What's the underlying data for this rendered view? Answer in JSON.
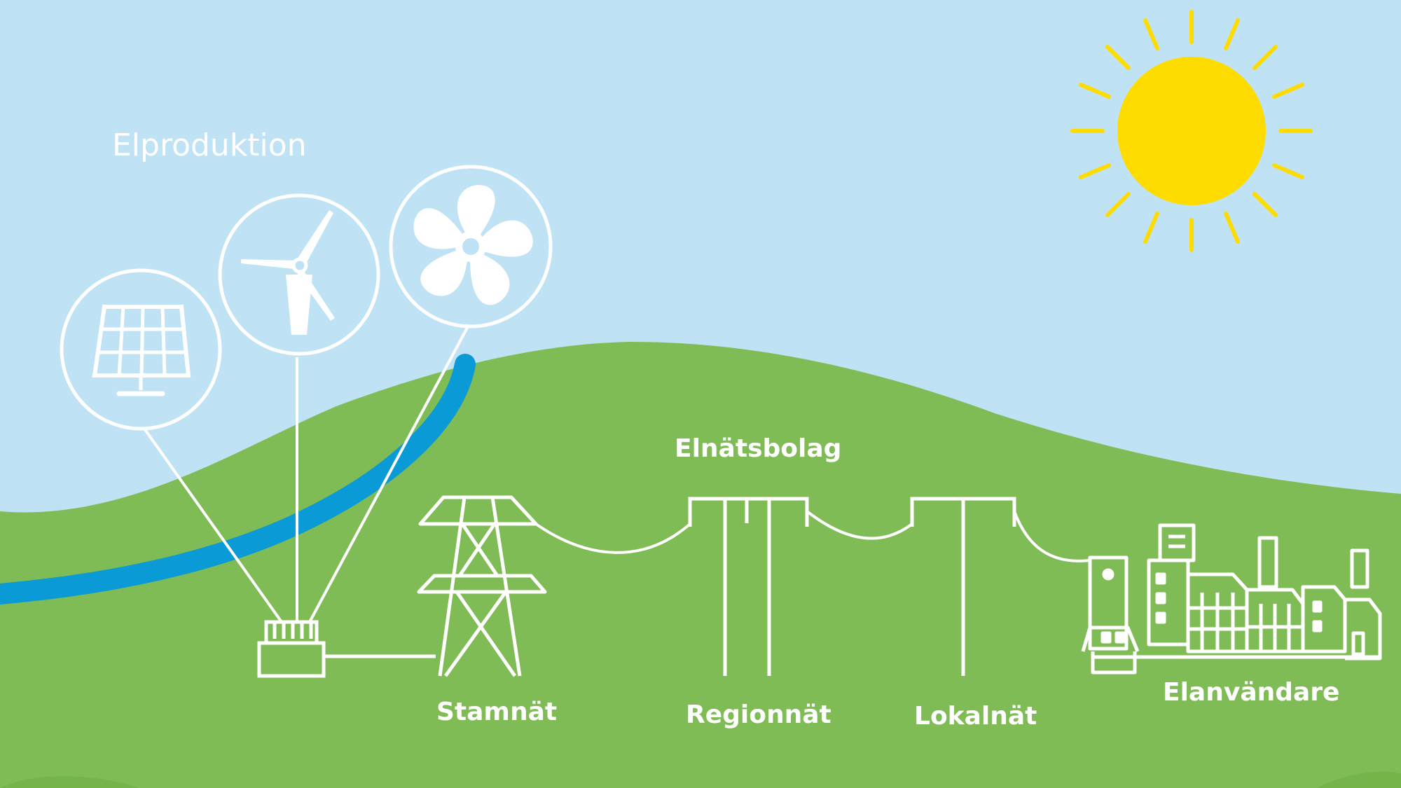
{
  "labels": {
    "production": "Elproduktion",
    "grid_company": "Elnätsbolag",
    "transmission": "Stamnät",
    "regional": "Regionnät",
    "local": "Lokalnät",
    "consumers": "Elanvändare"
  },
  "icons": [
    "solar-panel-icon",
    "wind-turbine-icon",
    "hydro-turbine-icon",
    "sun-icon",
    "power-station-icon",
    "transmission-tower-icon",
    "regional-pole-icon",
    "local-pole-icon",
    "city-icon"
  ],
  "colors": {
    "sky": "#bfe3f4",
    "land": "#80bc56",
    "river": "#0a9ad6",
    "sun": "#ffdc00",
    "line": "#ffffff"
  }
}
